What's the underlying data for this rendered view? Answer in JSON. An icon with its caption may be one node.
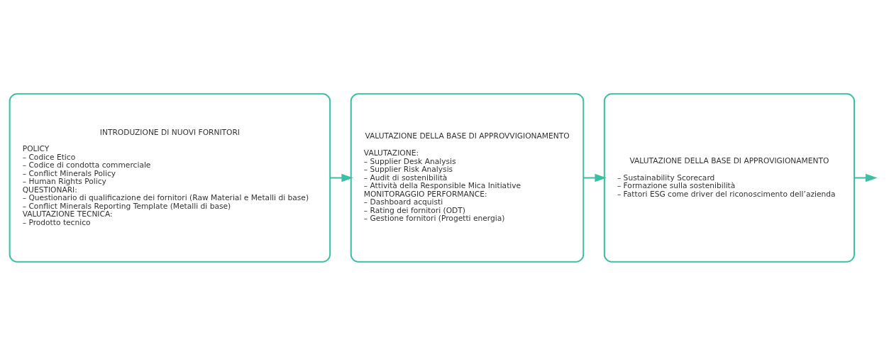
{
  "diagram": {
    "nodes": [
      {
        "text": [
          "INTRODUZIONE DI NUOVI FORNITORI",
          "POLICY",
          "– Codice Etico",
          "– Codice di condotta commerciale",
          "– Conflict Minerals Policy",
          "– Human Rights Policy",
          "QUESTIONARI:",
          "– Questionario di qualificazione dei fornitori (Raw Material e Metalli di base)",
          "– Conflict Minerals Reporting Template (Metalli di base)",
          "VALUTAZIONE TECNICA:",
          "– Prodotto tecnico"
        ]
      },
      {
        "text": [
          "VALUTAZIONE DELLA BASE DI APPROVVIGIONAMENTO",
          "VALUTAZIONE:",
          "– Supplier Desk Analysis",
          "– Supplier Risk Analysis",
          "– Audit di sostenibilità",
          "– Attività della Responsible Mica Initiative",
          "MONITORAGGIO PERFORMANCE:",
          "– Dashboard acquisti",
          "– Rating dei fornitori (ODT)",
          "– Gestione fornitori (Progetti energia)"
        ]
      },
      {
        "text": [
          "VALUTAZIONE DELLA BASE DI APPROVIGIONAMENTO",
          "– Sustainability Scorecard",
          "– Formazione sulla sostenibilità",
          "– Fattori ESG come driver del riconoscimento dell’azienda"
        ]
      }
    ],
    "edges": [
      {
        "from": 0,
        "to": 1,
        "arrow": "to"
      },
      {
        "from": 1,
        "to": 2,
        "arrow": "to"
      },
      {
        "from": 2,
        "to": null,
        "arrow": "to"
      }
    ]
  }
}
